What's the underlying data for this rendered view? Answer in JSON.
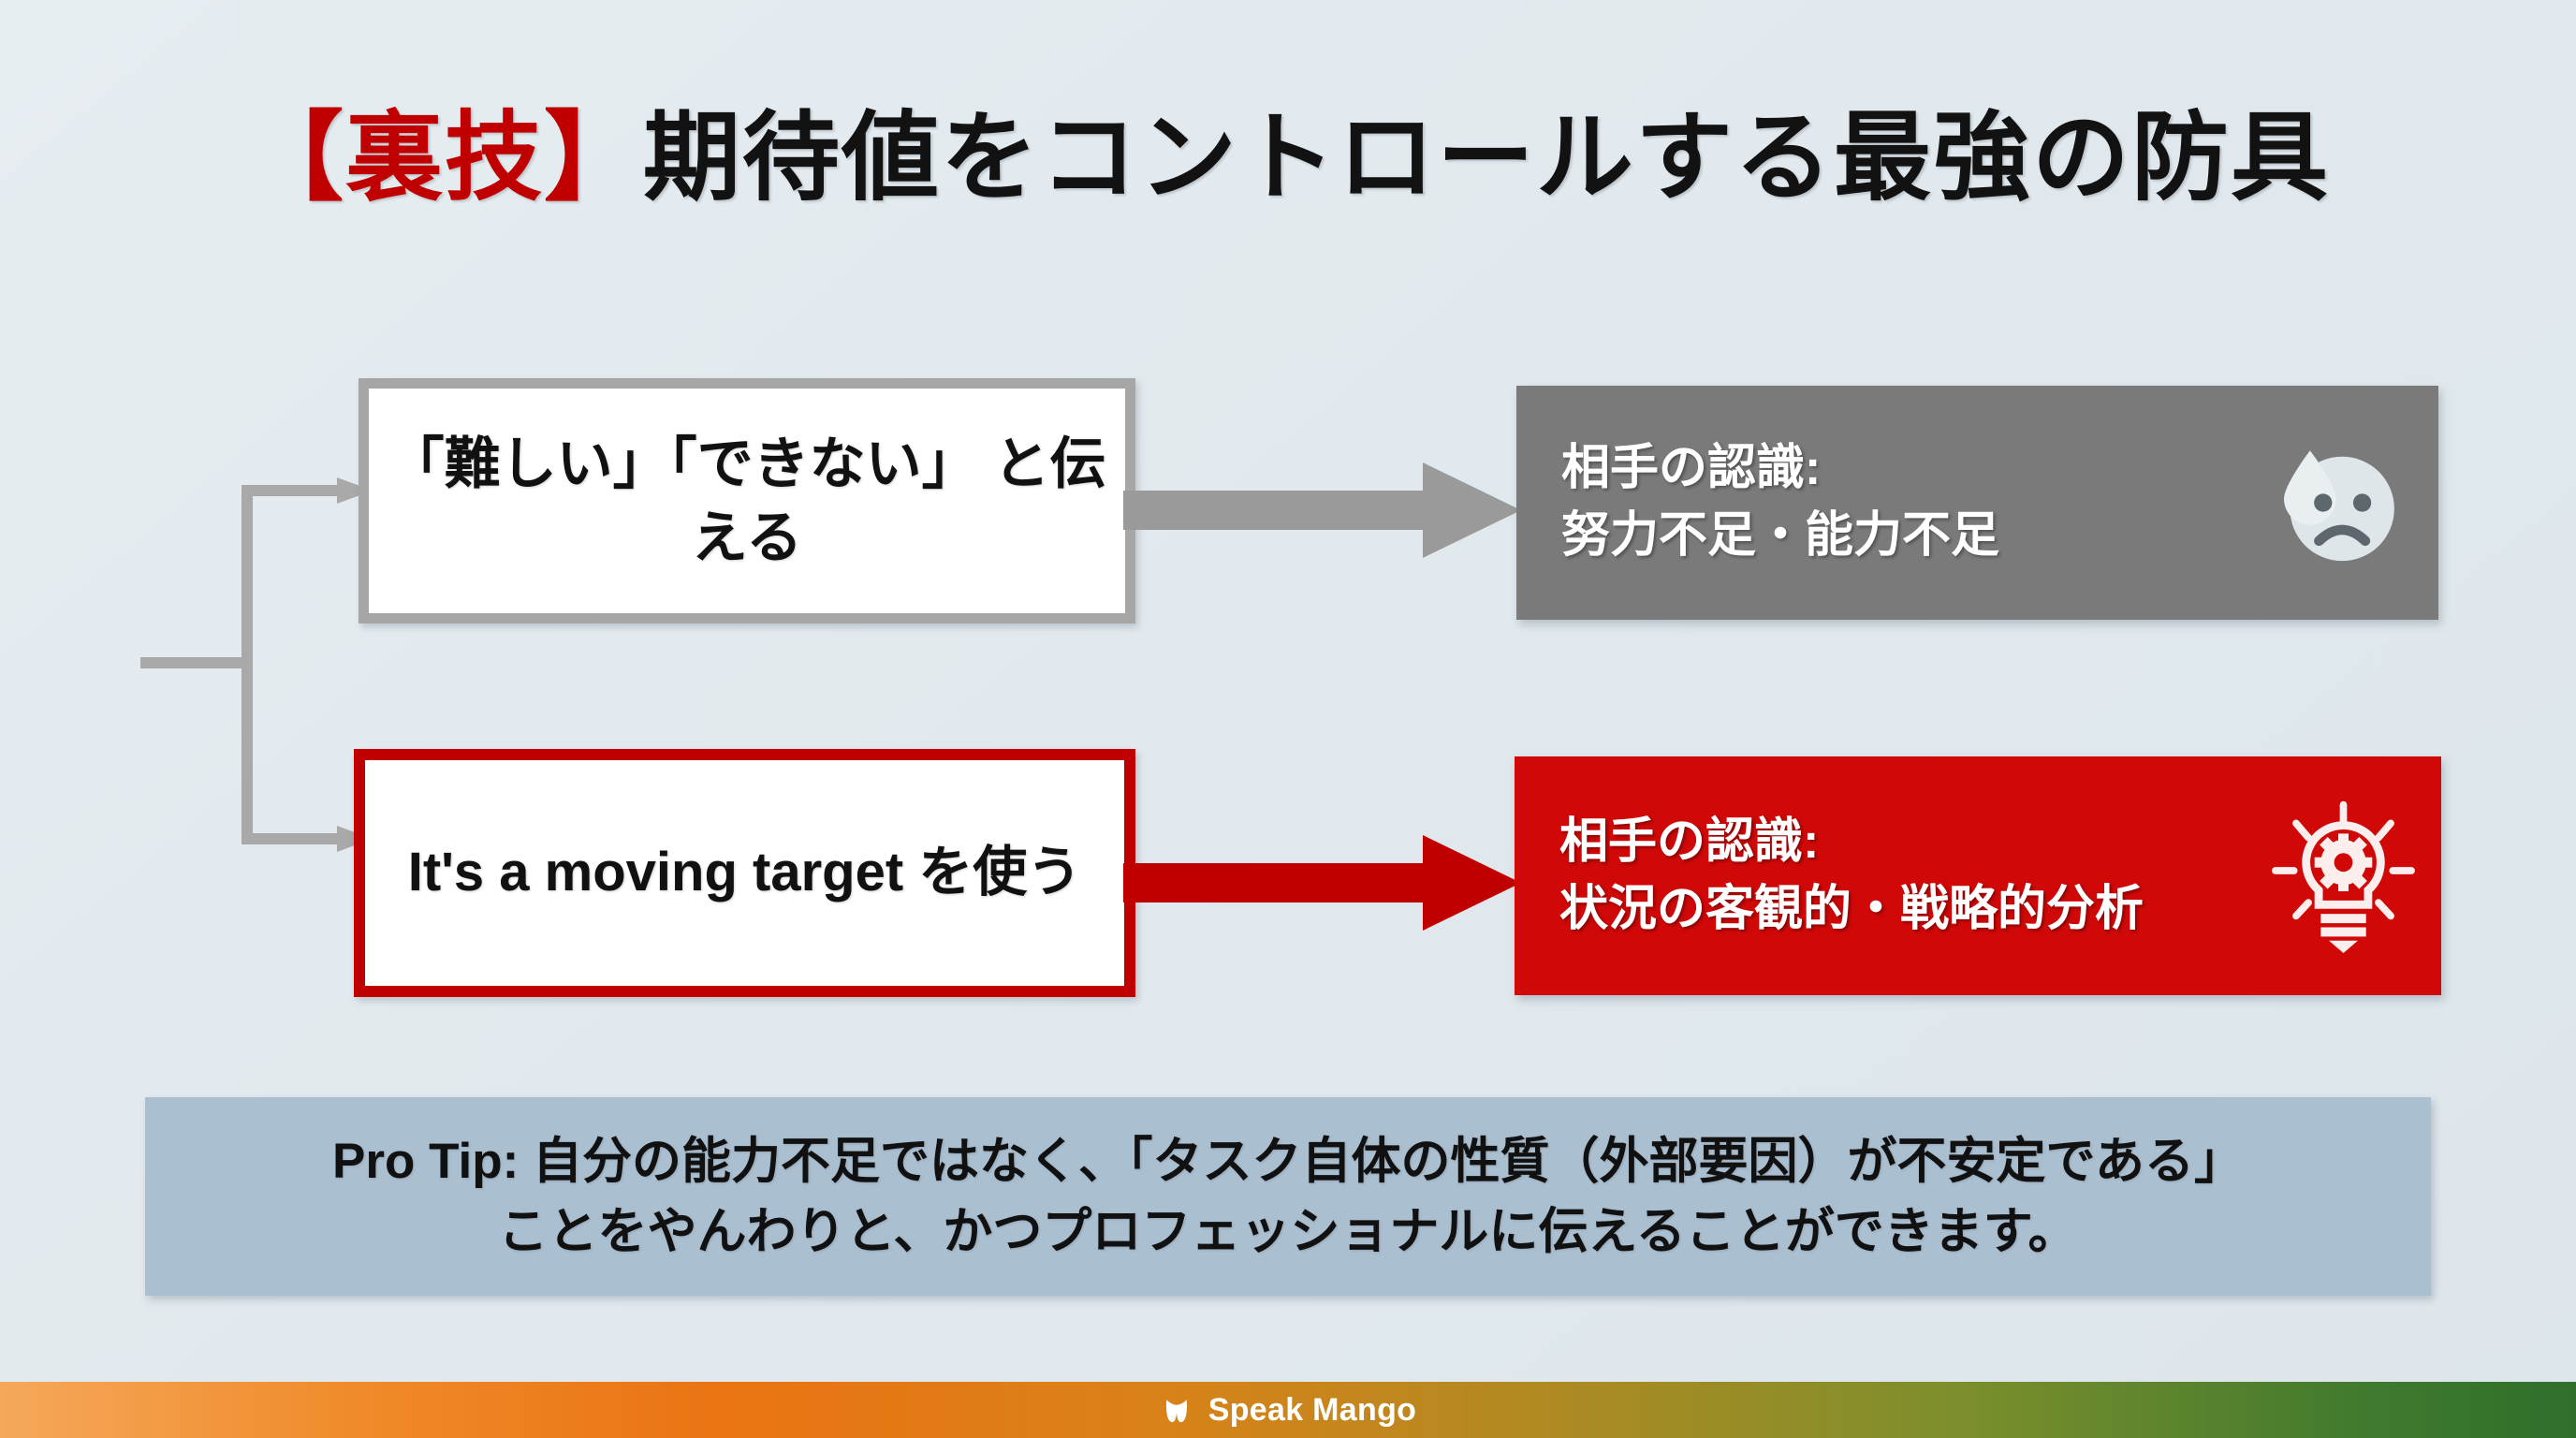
{
  "slide": {
    "background_color": "#e3ebef",
    "title": {
      "tag": "【裏技】",
      "tag_color": "#c00000",
      "main": "期待値をコントロールする最強の防具"
    },
    "flow": {
      "branches": [
        {
          "id": "negative",
          "accent_color": "#a6a6a6",
          "source_label": "「難しい」「できない」\nと伝える",
          "arrow_color": "#9a9a9a",
          "result_bg": "#7a7a7a",
          "result_label": "相手の認識:\n努力不足・能力不足",
          "result_icon": "worried-sweat-face-icon"
        },
        {
          "id": "positive",
          "accent_color": "#c00000",
          "source_label": "It's a moving target を使う",
          "arrow_color": "#c00000",
          "result_bg": "#d00808",
          "result_label": "相手の認識:\n状況の客観的・戦略的分析",
          "result_icon": "lightbulb-gear-icon"
        }
      ]
    },
    "protip": {
      "background_color": "#aabfd0",
      "text": "Pro Tip: 自分の能力不足ではなく、「タスク自体の性質（外部要因）が不安定である」\nことをやんわりと、かつプロフェッショナルに伝えることができます。"
    },
    "footer": {
      "brand": "Speak Mango",
      "logo_icon": "speak-mango-logo-icon",
      "gradient_start": "#f5a85a",
      "gradient_mid": "#ea7312",
      "gradient_end": "#2f6f2b"
    }
  }
}
